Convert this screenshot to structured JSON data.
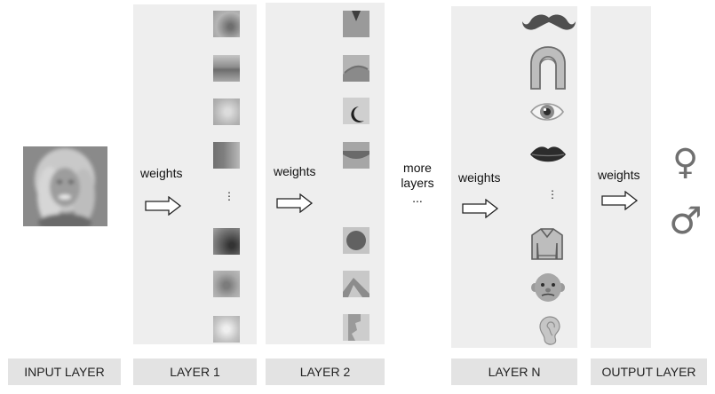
{
  "layers": {
    "input": "INPUT LAYER",
    "layer1": "LAYER 1",
    "layer2": "LAYER 2",
    "layerN": "LAYER N",
    "output": "OUTPUT LAYER"
  },
  "connections": {
    "weights_label": "weights",
    "more_layers_line1": "more",
    "more_layers_line2": "layers",
    "more_layers_line3": "...",
    "ellipsis": "⋮"
  },
  "layerN_features": [
    "mustache-icon",
    "long-hair-icon",
    "eye-icon",
    "lips-icon",
    "sweater-icon",
    "face-icon",
    "ear-icon"
  ],
  "output_classes": [
    "female-symbol-icon",
    "male-symbol-icon"
  ],
  "symbols": {
    "female": "♀",
    "male": "♂"
  },
  "colors": {
    "panel": "#eeeeee",
    "footer": "#e3e3e3",
    "icon": "#707070"
  }
}
